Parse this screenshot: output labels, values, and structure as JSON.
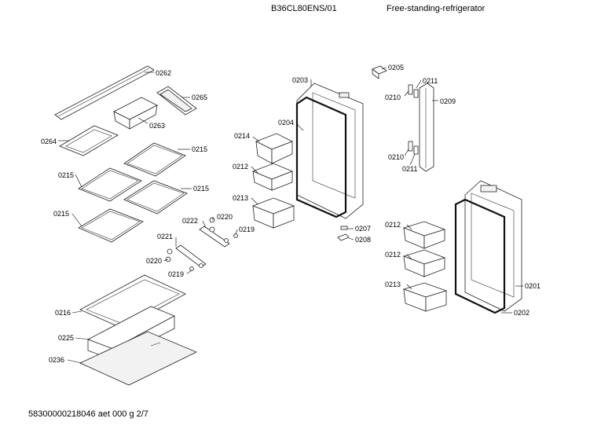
{
  "header": {
    "model": "B36CL80ENS/01",
    "description": "Free-standing-refrigerator"
  },
  "footer": {
    "document_code": "58300000218046 aet 000 g 2/7"
  },
  "callouts": [
    {
      "id": "c0262",
      "text": "0262"
    },
    {
      "id": "c0265",
      "text": "0265"
    },
    {
      "id": "c0263",
      "text": "0263"
    },
    {
      "id": "c0264",
      "text": "0264"
    },
    {
      "id": "c0215a",
      "text": "0215"
    },
    {
      "id": "c0215b",
      "text": "0215"
    },
    {
      "id": "c0215c",
      "text": "0215"
    },
    {
      "id": "c0215d",
      "text": "0215"
    },
    {
      "id": "c0203",
      "text": "0203"
    },
    {
      "id": "c0204",
      "text": "0204"
    },
    {
      "id": "c0214",
      "text": "0214"
    },
    {
      "id": "c0212a",
      "text": "0212"
    },
    {
      "id": "c0213a",
      "text": "0213"
    },
    {
      "id": "c0222",
      "text": "0222"
    },
    {
      "id": "c0220a",
      "text": "0220"
    },
    {
      "id": "c0219a",
      "text": "0219"
    },
    {
      "id": "c0221",
      "text": "0221"
    },
    {
      "id": "c0220b",
      "text": "0220"
    },
    {
      "id": "c0219b",
      "text": "0219"
    },
    {
      "id": "c0205",
      "text": "0205"
    },
    {
      "id": "c0211a",
      "text": "0211"
    },
    {
      "id": "c0210a",
      "text": "0210"
    },
    {
      "id": "c0209",
      "text": "0209"
    },
    {
      "id": "c0210b",
      "text": "0210"
    },
    {
      "id": "c0211b",
      "text": "0211"
    },
    {
      "id": "c0207",
      "text": "0207"
    },
    {
      "id": "c0208",
      "text": "0208"
    },
    {
      "id": "c0212b",
      "text": "0212"
    },
    {
      "id": "c0212c",
      "text": "0212"
    },
    {
      "id": "c0213b",
      "text": "0213"
    },
    {
      "id": "c0201",
      "text": "0201"
    },
    {
      "id": "c0202",
      "text": "0202"
    },
    {
      "id": "c0216",
      "text": "0216"
    },
    {
      "id": "c0225",
      "text": "0225"
    },
    {
      "id": "c0236",
      "text": "0236"
    }
  ]
}
